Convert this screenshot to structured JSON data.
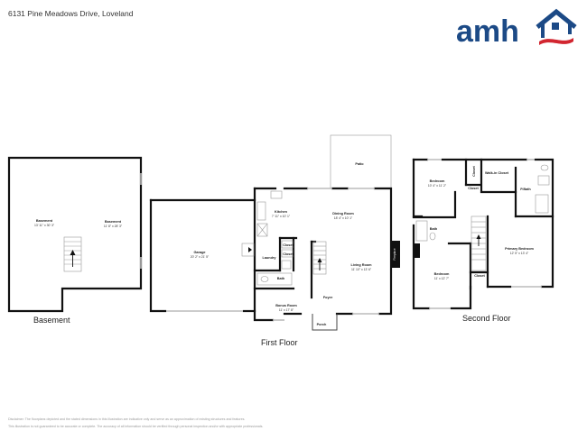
{
  "header": {
    "address": "6131 Pine Meadows Drive, Loveland",
    "logo_text": "amh",
    "brand_colors": {
      "navy": "#1c4a86",
      "red": "#d22630"
    }
  },
  "floors": [
    {
      "label": "Basement",
      "rooms": [
        {
          "name": "Basement",
          "dims": "13' 11\" x 30' 3\""
        },
        {
          "name": "Basement",
          "dims": "11' 8\" x 28' 3\""
        }
      ]
    },
    {
      "label": "First Floor",
      "rooms": [
        {
          "name": "Garage",
          "dims": "20' 2\" x 21' 5\""
        },
        {
          "name": "Patio",
          "dims": ""
        },
        {
          "name": "Kitchen",
          "dims": "7' 11\" x 10' 1\""
        },
        {
          "name": "Dining Room",
          "dims": "18' 4\" x 10' 1\""
        },
        {
          "name": "Laundry",
          "dims": ""
        },
        {
          "name": "Closet",
          "dims": ""
        },
        {
          "name": "Closet",
          "dims": ""
        },
        {
          "name": "Bath",
          "dims": ""
        },
        {
          "name": "Living Room",
          "dims": "11' 10\" x 13' 6\""
        },
        {
          "name": "Fireplace",
          "dims": ""
        },
        {
          "name": "Foyer",
          "dims": ""
        },
        {
          "name": "Bonus Room",
          "dims": "11' x 17' 8\""
        },
        {
          "name": "Porch",
          "dims": ""
        }
      ]
    },
    {
      "label": "Second Floor",
      "rooms": [
        {
          "name": "Bedroom",
          "dims": "10' 4\" x 11' 2\""
        },
        {
          "name": "Closet",
          "dims": ""
        },
        {
          "name": "Closet",
          "dims": ""
        },
        {
          "name": "Walk-in Closet",
          "dims": ""
        },
        {
          "name": "P.Bath",
          "dims": ""
        },
        {
          "name": "Bath",
          "dims": ""
        },
        {
          "name": "Primary Bedroom",
          "dims": "12' 5\" x 13' 4\""
        },
        {
          "name": "Bedroom",
          "dims": "11' x 12' 7\""
        },
        {
          "name": "Closet",
          "dims": ""
        }
      ]
    }
  ],
  "disclaimer": {
    "line1": "Disclaimer: The floorplans depicted and the stated dimensions in this illustration are indicative only and serve as an approximation of existing structures and features.",
    "line2": "This illustration is not guaranteed to be accurate or complete. The accuracy of all information should be verified through personal inspection and/or with appropriate professionals."
  }
}
